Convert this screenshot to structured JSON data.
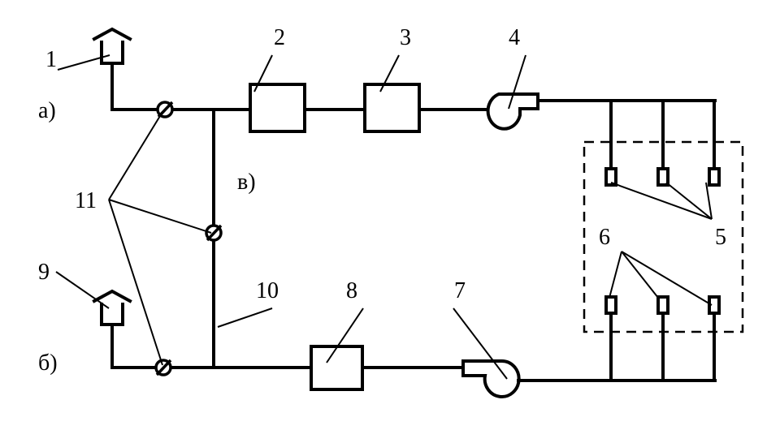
{
  "labels": {
    "n1": "1",
    "n2": "2",
    "n3": "3",
    "n4": "4",
    "n5": "5",
    "n6": "6",
    "n7": "7",
    "n8": "8",
    "n9": "9",
    "n10": "10",
    "n11": "11",
    "a": "а)",
    "b": "б)",
    "v": "в)"
  }
}
